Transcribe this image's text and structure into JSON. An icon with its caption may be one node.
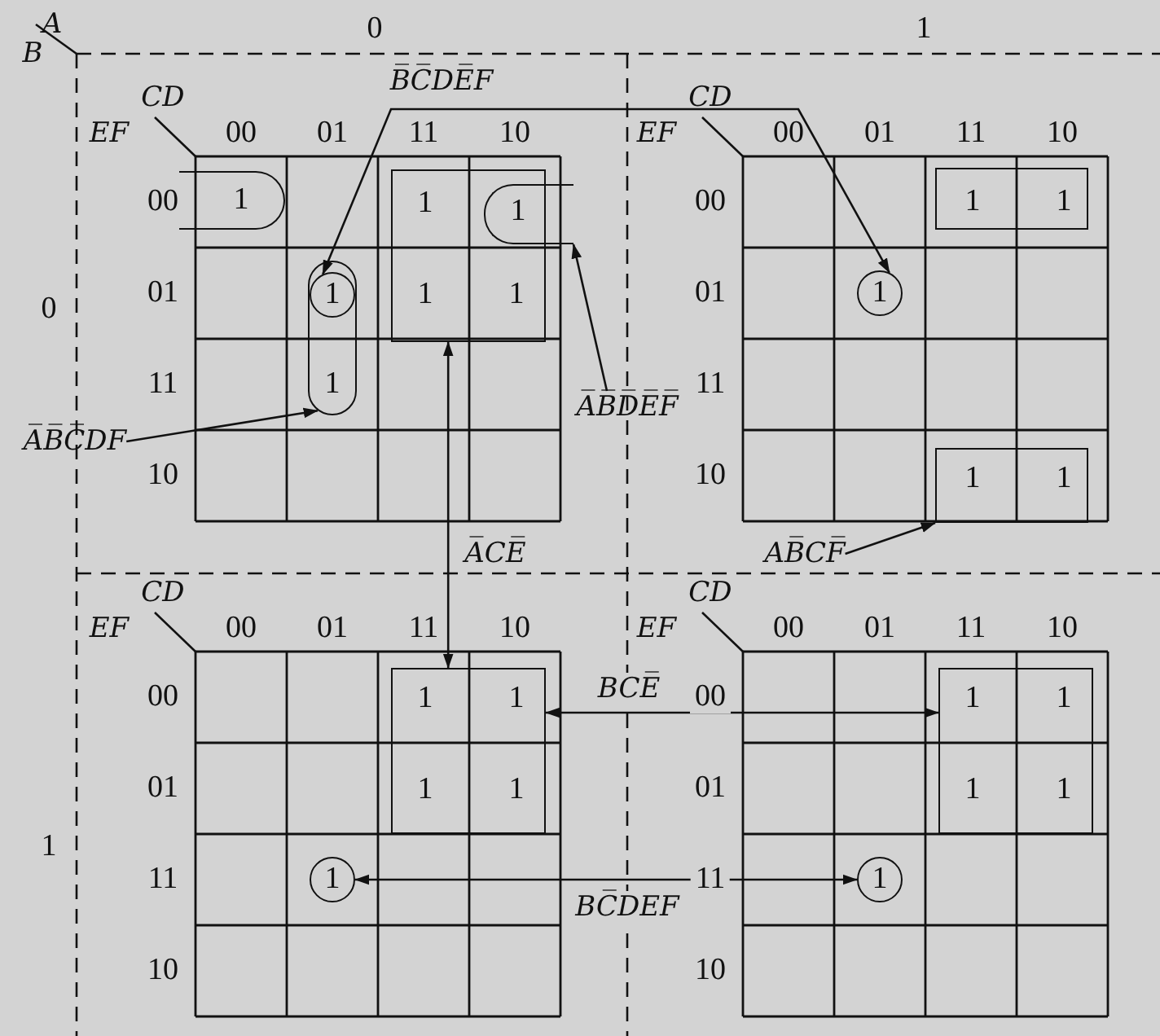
{
  "diagram": {
    "nodes": [
      {
        "text": [
          "CD",
          "EF",
          "00",
          "01",
          "11",
          "10",
          "00",
          "01",
          "11",
          "10"
        ]
      },
      {
        "text": [
          "CD",
          "EF",
          "00",
          "01",
          "11",
          "10",
          "00",
          "01",
          "11",
          "10"
        ]
      },
      {
        "text": [
          "CD",
          "EF",
          "00",
          "01",
          "11",
          "10",
          "00",
          "01",
          "11",
          "10"
        ]
      },
      {
        "text": [
          "CD",
          "EF",
          "00",
          "01",
          "11",
          "10",
          "00",
          "01",
          "11",
          "10"
        ]
      },
      {
        "text": [
          "1"
        ],
        "in": 0
      },
      {
        "text": [
          "1"
        ],
        "in": 0
      },
      {
        "text": [
          "1"
        ],
        "in": 0
      },
      {
        "text": [
          "1"
        ],
        "in": 6
      },
      {
        "text": [
          "1",
          "1",
          "1"
        ],
        "in": 0
      },
      {
        "text": [
          "1"
        ],
        "in": 1
      },
      {
        "text": [
          "1",
          "1"
        ],
        "in": 1
      },
      {
        "text": [
          "1",
          "1"
        ],
        "in": 1
      },
      {
        "text": [
          "1",
          "1",
          "1",
          "1"
        ],
        "in": 2
      },
      {
        "text": [
          "1"
        ],
        "in": 2
      },
      {
        "text": [
          "1",
          "1",
          "1",
          "1"
        ],
        "in": 3
      },
      {
        "text": [
          "1"
        ],
        "in": 3
      },
      {
        "text": [
          "A̅B̅D̅E̅F̅"
        ]
      },
      {
        "text": [
          "A̅B̅C̅DF"
        ]
      },
      {
        "text": [
          "AB̅CF̅"
        ]
      }
    ],
    "edges": [
      {
        "from": 7,
        "to": 9,
        "arrow": "both",
        "label": "B̅C̅DE̅F"
      },
      {
        "from": 16,
        "to": 5,
        "arrow": "to"
      },
      {
        "from": 17,
        "to": 6,
        "arrow": "to"
      },
      {
        "from": 8,
        "to": 12,
        "arrow": "both",
        "label": "A̅CE̅"
      },
      {
        "from": 18,
        "to": 11,
        "arrow": "to"
      },
      {
        "from": 12,
        "to": 14,
        "arrow": "both",
        "label": "BCE̅"
      },
      {
        "from": 13,
        "to": 15,
        "arrow": "both",
        "label": "BC̅DEF"
      }
    ],
    "labels": [
      "A",
      "B",
      "0",
      "1",
      "0",
      "1"
    ]
  }
}
